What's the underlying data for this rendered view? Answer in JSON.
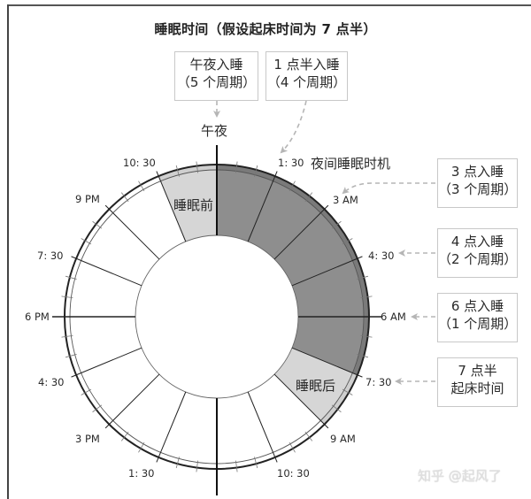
{
  "title": "睡眠时间（假设起床时间为 7 点半）",
  "center_label": "午夜",
  "window_label_time": "1: 30",
  "window_label_text": "夜间睡眠时机",
  "sectors": {
    "before": "睡眠前",
    "after": "睡眠后"
  },
  "callouts": [
    {
      "line1": "午夜入睡",
      "line2": "（5 个周期）"
    },
    {
      "line1": "1 点半入睡",
      "line2": "（4 个周期）"
    },
    {
      "line1": "3 点入睡",
      "line2": "（3 个周期）"
    },
    {
      "line1": "4 点入睡",
      "line2": "（2 个周期）"
    },
    {
      "line1": "6 点入睡",
      "line2": "（1 个周期）"
    },
    {
      "line1": "7 点半",
      "line2": "起床时间"
    }
  ],
  "clock_labels": {
    "t0300": "3 AM",
    "t0430": "4: 30",
    "t0600": "6 AM",
    "t0730": "7: 30",
    "t0900": "9 AM",
    "t1030": "10: 30",
    "t1330": "1: 30",
    "t1500": "3 PM",
    "t1630": "4: 30",
    "t1800": "6 PM",
    "t1930": "7: 30",
    "t2100": "9 PM",
    "t2230": "10: 30"
  },
  "colors": {
    "sleep_window": "#8e8e8e",
    "pre_post_sleep": "#d6d6d6",
    "outer_band_dark": "#7a7a7a",
    "outer_band_light": "#cfcfcf",
    "line": "#333333",
    "arrow": "#b5b5b5"
  },
  "chart_data": {
    "type": "pie",
    "title": "睡眠时间（假设起床时间为 7 点半）",
    "description": "24-hour clock dial, midnight at top, divided into 16 segments of 1.5 hours (one sleep cycle each)",
    "segment_hours": 1.5,
    "segments": [
      {
        "from": "22:30",
        "to": "00:00",
        "label": "睡眠前",
        "shade": "light"
      },
      {
        "from": "00:00",
        "to": "07:30",
        "label": "夜间睡眠时机",
        "shade": "dark"
      },
      {
        "from": "07:30",
        "to": "09:00",
        "label": "睡眠后",
        "shade": "light"
      }
    ],
    "bedtime_options": [
      {
        "bedtime": "00:00",
        "cycles": 5
      },
      {
        "bedtime": "01:30",
        "cycles": 4
      },
      {
        "bedtime": "03:00",
        "cycles": 3
      },
      {
        "bedtime": "04:30",
        "cycles": 2
      },
      {
        "bedtime": "06:00",
        "cycles": 1
      }
    ],
    "wake_time": "07:30"
  },
  "watermark": "知乎 @起风了"
}
